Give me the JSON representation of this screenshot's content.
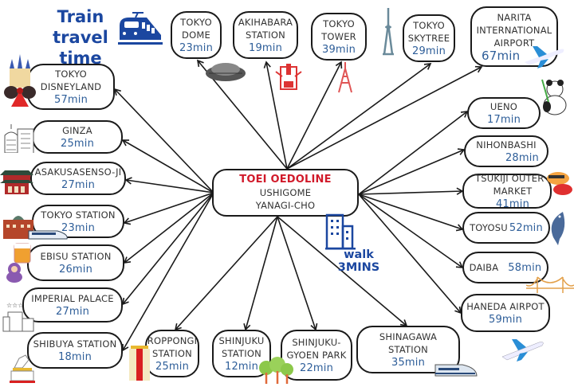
{
  "title": {
    "line1": "Train",
    "line2": "travel time",
    "icon": "train-icon"
  },
  "colors": {
    "title": "#1b47a0",
    "center_line": "#d11a2a",
    "time": "#2e5e99",
    "border": "#1a1a1a"
  },
  "center": {
    "line_name": "TOEI OEDOLINE",
    "station_line1": "USHIGOME",
    "station_line2": "YANAGI-CHO",
    "walk_line1": "walk",
    "walk_line2": "3MINS",
    "walk_icon": "building-icon"
  },
  "destinations": [
    {
      "id": "tokyo-dome",
      "name": [
        "TOKYO",
        "DOME"
      ],
      "time": "23min",
      "icon": "stadium-icon"
    },
    {
      "id": "akihabara",
      "name": [
        "AKIHABARA",
        "STATION"
      ],
      "time": "19min",
      "icon": "robot-icon"
    },
    {
      "id": "tokyo-tower",
      "name": [
        "TOKYO",
        "TOWER"
      ],
      "time": "39min",
      "icon": "tower-icon"
    },
    {
      "id": "tokyo-skytree",
      "name": [
        "TOKYO",
        "SKYTREE"
      ],
      "time": "29min",
      "icon": "skytree-icon"
    },
    {
      "id": "narita",
      "name": [
        "NARITA",
        "INTERNATIONAL",
        "AIRPORT"
      ],
      "time": "67min",
      "icon": "airplane-icon"
    },
    {
      "id": "disneyland",
      "name": [
        "TOKYO",
        "DISNEYLAND"
      ],
      "time": "57min",
      "icon": "castle-icon"
    },
    {
      "id": "ginza",
      "name": [
        "GINZA"
      ],
      "time": "25min",
      "icon": "department-store-icon"
    },
    {
      "id": "asakusa",
      "name": [
        "ASAKUSASENSO-JI"
      ],
      "time": "27min",
      "icon": "temple-gate-icon"
    },
    {
      "id": "tokyo-station",
      "name": [
        "TOKYO STATION"
      ],
      "time": "23min",
      "icon": "station-building-icon"
    },
    {
      "id": "ebisu",
      "name": [
        "EBISU STATION"
      ],
      "time": "26min",
      "icon": "beer-icon"
    },
    {
      "id": "imperial-palace",
      "name": [
        "IMPERIAL PALACE"
      ],
      "time": "27min",
      "icon": "palace-icon"
    },
    {
      "id": "shibuya",
      "name": [
        "SHIBUYA STATION"
      ],
      "time": "18min",
      "icon": "hachiko-statue-icon"
    },
    {
      "id": "roppongi",
      "name": [
        "ROPPONGI",
        "STATION"
      ],
      "time": "25min",
      "icon": "hills-tower-icon"
    },
    {
      "id": "shinjuku",
      "name": [
        "SHINJUKU",
        "STATION"
      ],
      "time": "12min",
      "icon": "trees-icon"
    },
    {
      "id": "shinjuku-gyoen",
      "name": [
        "SHINJUKU-",
        "GYOEN PARK"
      ],
      "time": "22min",
      "icon": "trees-icon"
    },
    {
      "id": "shinagawa",
      "name": [
        "SHINAGAWA",
        "STATION"
      ],
      "time": "35min",
      "icon": "bullet-train-icon"
    },
    {
      "id": "ueno",
      "name": [
        "UENO"
      ],
      "time": "17min",
      "icon": "panda-icon"
    },
    {
      "id": "nihonbashi",
      "name": [
        "NIHONBASHI"
      ],
      "time": "28min",
      "icon": ""
    },
    {
      "id": "tsukiji",
      "name": [
        "TSUKIJI OUTER",
        "MARKET"
      ],
      "time": "41min",
      "icon": "sushi-icon"
    },
    {
      "id": "toyosu",
      "name": [
        "TOYOSU"
      ],
      "time": "52min",
      "icon": "fish-icon"
    },
    {
      "id": "daiba",
      "name": [
        "DAIBA"
      ],
      "time": "58min",
      "icon": "bridge-icon"
    },
    {
      "id": "haneda",
      "name": [
        "HANEDA AIRPOT"
      ],
      "time": "59min",
      "icon": "airplane-icon"
    }
  ]
}
